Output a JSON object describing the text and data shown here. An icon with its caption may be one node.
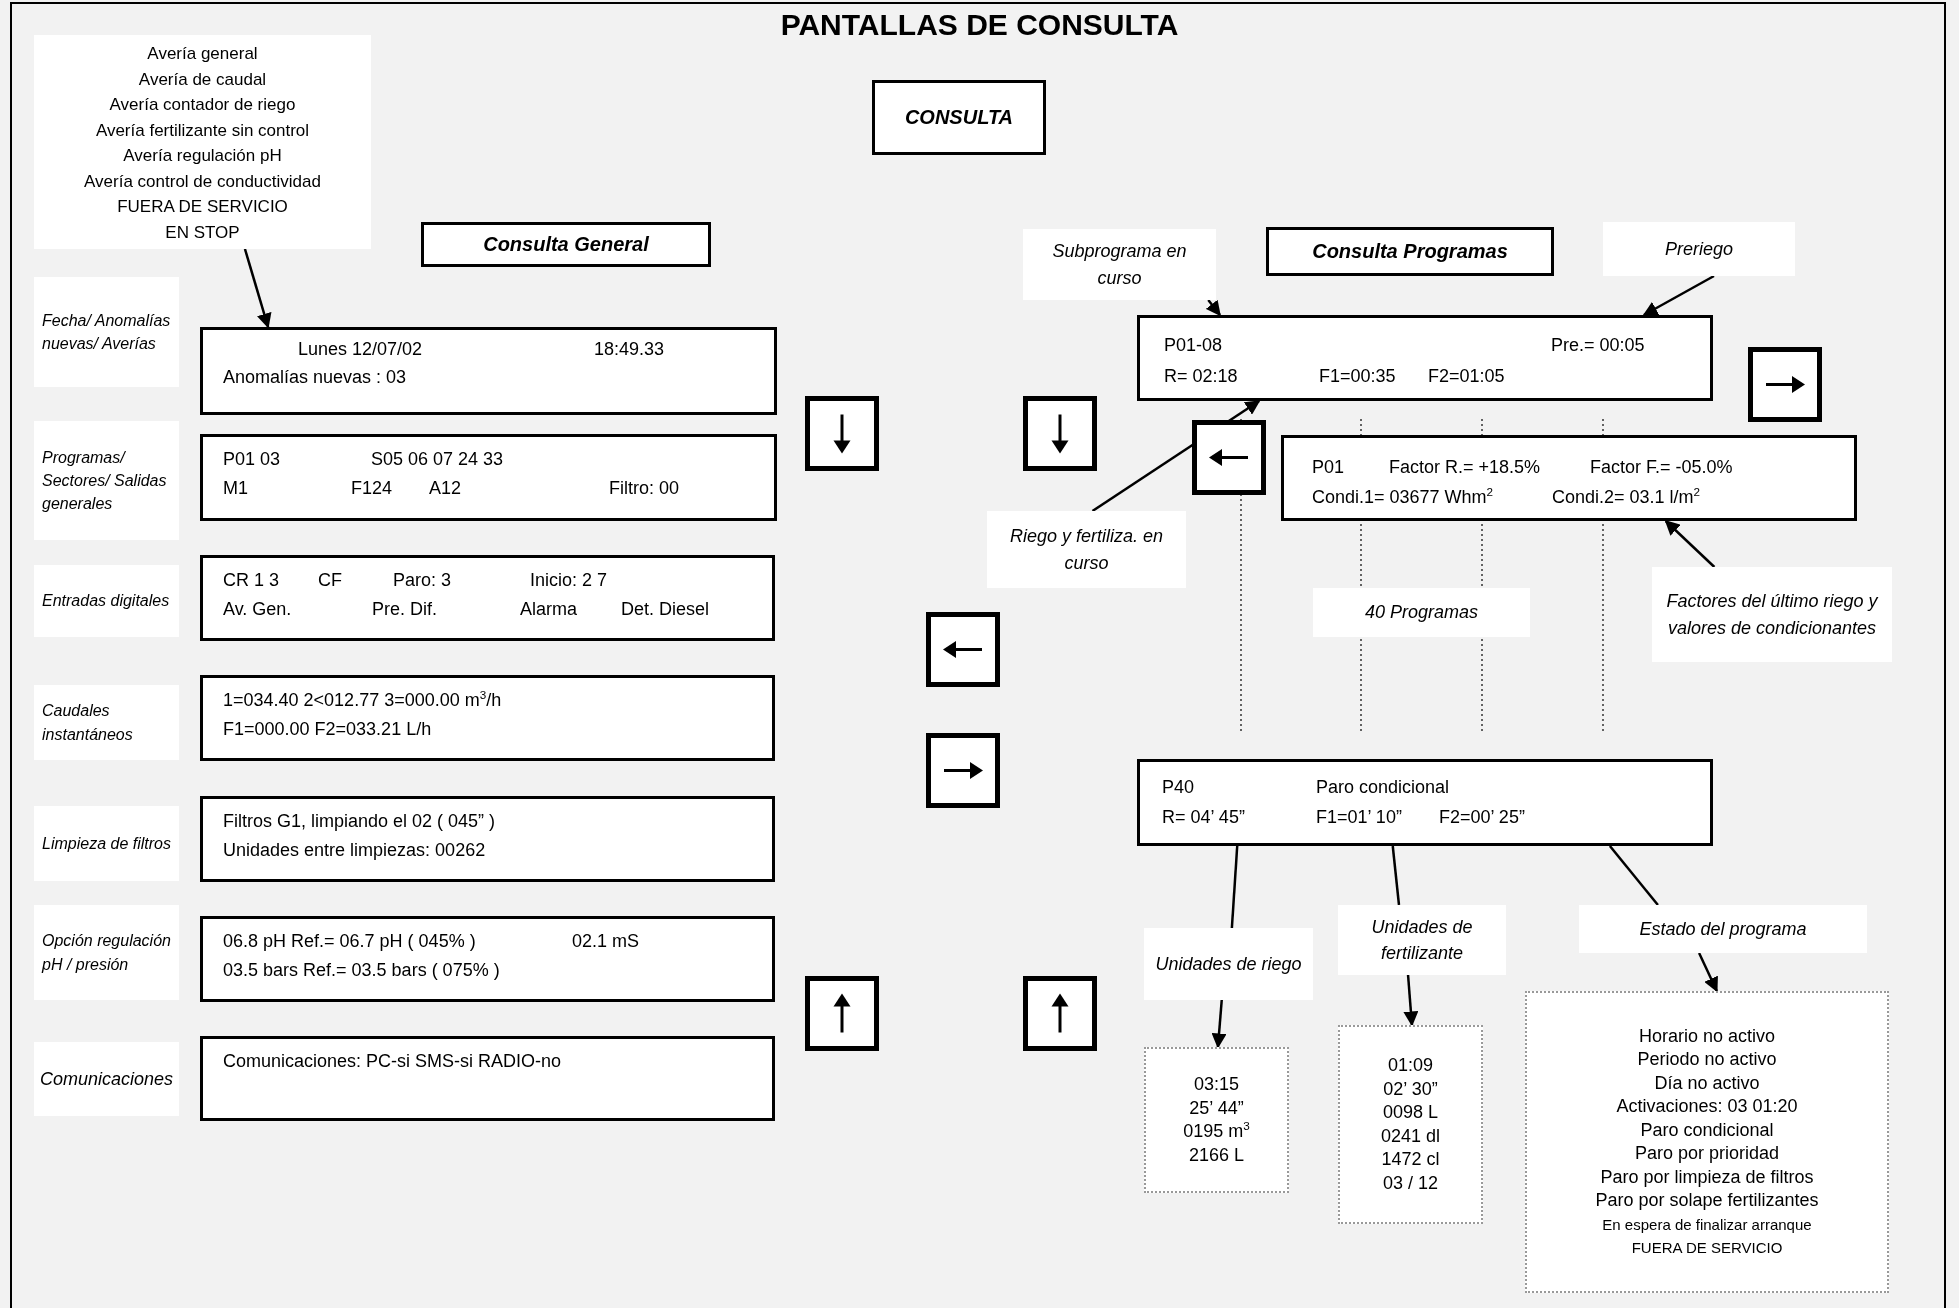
{
  "diagram": {
    "title": "PANTALLAS DE CONSULTA",
    "nodes": [
      {
        "text": [
          "CONSULTA"
        ]
      },
      {
        "text": [
          "Avería general",
          "Avería de caudal",
          "Avería contador de riego",
          "Avería fertilizante sin control",
          "Avería regulación pH",
          "Avería control de conductividad",
          "FUERA DE SERVICIO",
          "EN STOP"
        ]
      },
      {
        "text": [
          "Consulta General"
        ]
      },
      {
        "text": [
          "Subprograma en curso"
        ]
      },
      {
        "text": [
          "Consulta Programas"
        ]
      },
      {
        "text": [
          "Preriego"
        ]
      },
      {
        "text": [
          "Fecha/ Anomalías nuevas/ Averías"
        ]
      },
      {
        "text": [
          "Lunes 12/07/02",
          "18:49.33",
          "Anomalías nuevas : 03"
        ]
      },
      {
        "text": [
          "P01-08",
          "Pre.= 00:05",
          "R= 02:18",
          "F1=00:35",
          "F2=01:05"
        ]
      },
      {
        "text": [
          "Programas/ Sectores/ Salidas generales"
        ]
      },
      {
        "text": [
          "P01 03",
          "S05 06 07 24 33",
          "M1",
          "F124",
          "A12",
          "Filtro: 00"
        ]
      },
      {
        "text": [
          "P01",
          "Factor R.= +18.5%",
          "Factor F.= -05.0%",
          "Condi.1= 03677 Whm$^{2}$",
          "Condi.2= 03.1 l/m$^{2}$"
        ]
      },
      {
        "text": [
          "Riego y fertiliza. en curso"
        ]
      },
      {
        "text": [
          "Entradas digitales"
        ]
      },
      {
        "text": [
          "CR 1 3",
          "CF",
          "Paro: 3",
          "Inicio: 2 7",
          "Av. Gen.",
          "Pre. Dif.",
          "Alarma",
          "Det. Diesel"
        ]
      },
      {
        "text": [
          "40 Programas"
        ]
      },
      {
        "text": [
          "Factores del último riego y valores de condicionantes"
        ]
      },
      {
        "text": [
          "Caudales instantáneos"
        ]
      },
      {
        "text": [
          "1=034.40 2<012.77 3=000.00 m$^{3}$/h",
          "F1=000.00 F2=033.21 L/h"
        ]
      },
      {
        "text": [
          "Limpieza de filtros"
        ]
      },
      {
        "text": [
          "Filtros G1, limpiando el 02 ( 045” )",
          "Unidades entre limpiezas: 00262"
        ]
      },
      {
        "text": [
          "P40",
          "Paro condicional",
          "R= 04’ 45”",
          "F1=01’ 10”",
          "F2=00’ 25”"
        ]
      },
      {
        "text": [
          "Opción regulación pH / presión"
        ]
      },
      {
        "text": [
          "06.8 pH Ref.= 06.7 pH ( 045% )",
          "02.1 mS",
          "03.5 bars Ref.= 03.5 bars ( 075% )"
        ]
      },
      {
        "text": [
          "Unidades de riego"
        ]
      },
      {
        "text": [
          "Unidades de fertilizante"
        ]
      },
      {
        "text": [
          "Estado del programa"
        ]
      },
      {
        "text": [
          "Comunicaciones"
        ]
      },
      {
        "text": [
          "Comunicaciones: PC-si SMS-si RADIO-no"
        ]
      },
      {
        "text": [
          "03:15",
          "25’ 44”",
          "0195 m$^{3}$",
          "2166 L"
        ]
      },
      {
        "text": [
          "01:09",
          "02’ 30”",
          "0098 L",
          "0241 dl",
          "1472 cl",
          "03 / 12"
        ]
      },
      {
        "text": [
          "Horario no activo",
          "Periodo no activo",
          "Día no activo",
          "Activaciones: 03 01:20",
          "Paro condicional",
          "Paro por prioridad",
          "Paro por limpieza de filtros",
          "Paro por solape fertilizantes",
          "En espera de finalizar arranque",
          "FUERA DE SERVICIO"
        ]
      }
    ],
    "edges": [
      {
        "from": 1,
        "to": 7,
        "arrow": "to"
      },
      {
        "from": 3,
        "to": 8,
        "arrow": "to"
      },
      {
        "from": 5,
        "to": 8,
        "arrow": "to"
      },
      {
        "from": 12,
        "to": 8,
        "arrow": "to"
      },
      {
        "from": 16,
        "to": 11,
        "arrow": "to"
      },
      {
        "from": 21,
        "to": 24,
        "arrow": "none"
      },
      {
        "from": 24,
        "to": 29,
        "arrow": "to"
      },
      {
        "from": 21,
        "to": 25,
        "arrow": "none"
      },
      {
        "from": 25,
        "to": 30,
        "arrow": "to"
      },
      {
        "from": 21,
        "to": 26,
        "arrow": "none"
      },
      {
        "from": 26,
        "to": 31,
        "arrow": "to"
      }
    ]
  }
}
